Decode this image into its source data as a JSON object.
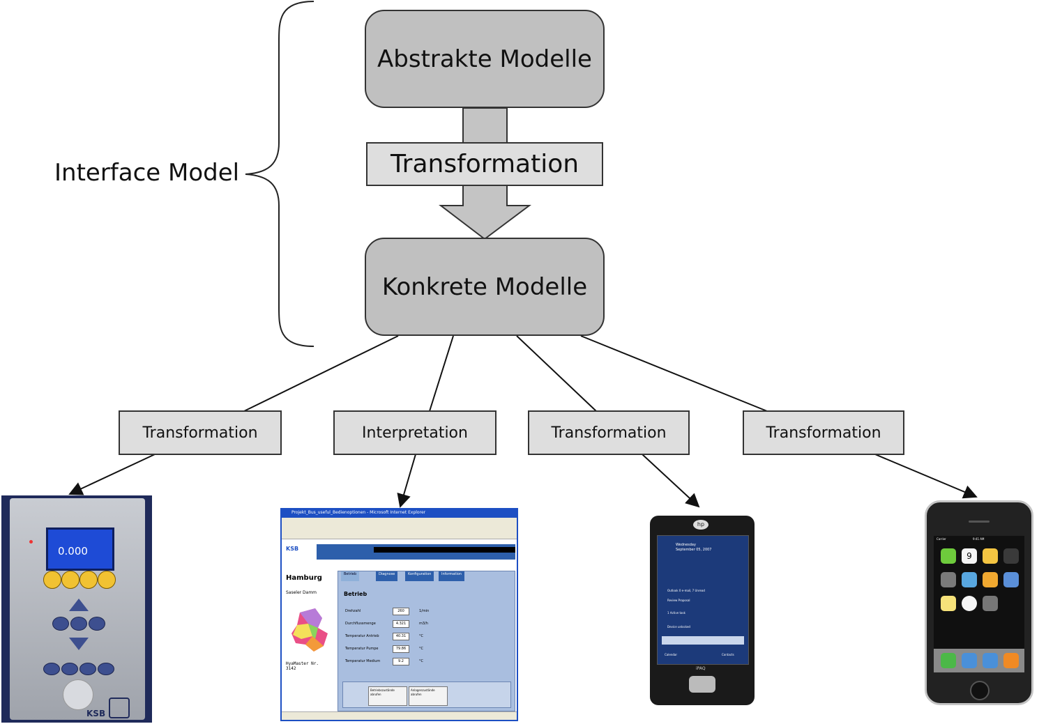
{
  "interface_model_label": "Interface Model",
  "boxes": {
    "abstract": "Abstrakte Modelle",
    "transformation_main": "Transformation",
    "concrete": "Konkrete Modelle"
  },
  "branches": [
    {
      "label": "Transformation",
      "device": "pump-control-panel"
    },
    {
      "label": "Interpretation",
      "device": "web-browser-ui"
    },
    {
      "label": "Transformation",
      "device": "pda-device"
    },
    {
      "label": "Transformation",
      "device": "smartphone"
    }
  ],
  "pump_panel": {
    "display_value": "0.000",
    "brand": "KSB"
  },
  "browser_ui": {
    "window_title": "Projekt_Bus_useful_Bedienoptionen - Microsoft Internet Explorer",
    "brand": "KSB",
    "city": "Hamburg",
    "district": "Saseler Damm",
    "tabs": [
      "Betrieb",
      "Diagnose",
      "Konfiguration",
      "Information"
    ],
    "panel_title": "Betrieb",
    "rows": [
      {
        "label": "Drehzahl",
        "value": "260",
        "unit": "1/min"
      },
      {
        "label": "Durchflussmenge",
        "value": "4.321",
        "unit": "m3/h"
      },
      {
        "label": "Temperatur Antrieb",
        "value": "40.31",
        "unit": "°C"
      },
      {
        "label": "Temperatur Pumpe",
        "value": "79.86",
        "unit": "°C"
      },
      {
        "label": "Temperatur Medium",
        "value": "9.2",
        "unit": "°C"
      }
    ],
    "hyamaster": "HyaMaster Nr. 3142",
    "buttons": [
      "Betriebszustände abrufen",
      "Anlagenzustände abrufen"
    ]
  },
  "pda": {
    "brand": "hp",
    "date_line1": "Wednesday",
    "date_line2": "September 05, 2007",
    "items": [
      "Outlook 0 e-mail, 7 Unread",
      "Review Proposal",
      "1 Active task",
      "Device unlocked"
    ],
    "softkeys": [
      "Calendar",
      "Contacts"
    ],
    "model": "iPAQ"
  },
  "phone": {
    "carrier": "Carrier",
    "time": "9:41 AM",
    "calendar_day": "9",
    "colors": [
      "#6ecb3c",
      "#e0493a",
      "#f4c542",
      "#3a3a3a",
      "#7a7a7a",
      "#58a7e0",
      "#f0a830",
      "#5a8fd8",
      "#f6e27a",
      "#f5f5f5",
      "#777777",
      "#4cb848",
      "#4a90d9",
      "#f08a24"
    ]
  }
}
